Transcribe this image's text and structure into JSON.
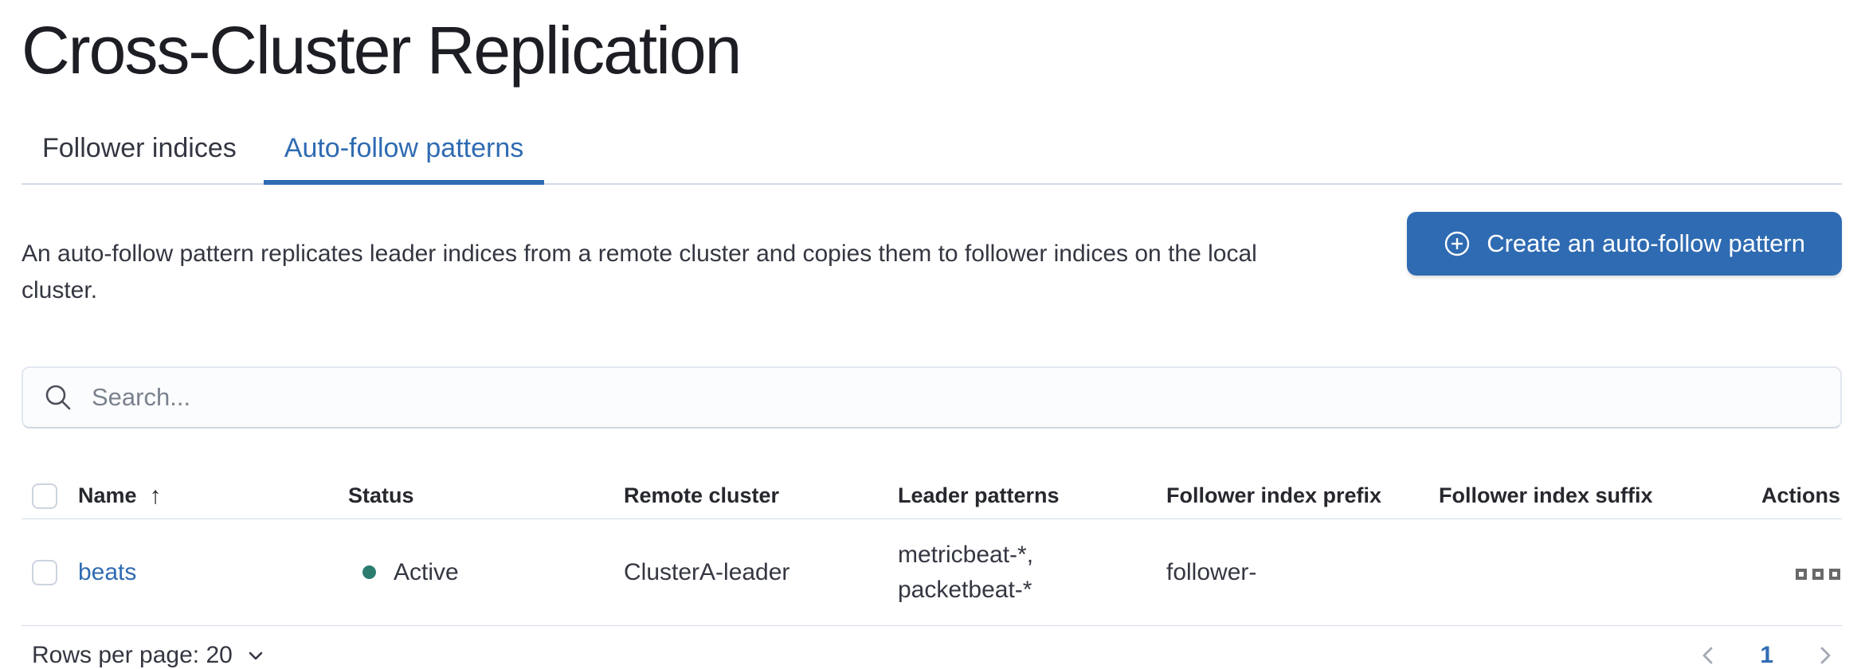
{
  "page": {
    "title": "Cross-Cluster Replication"
  },
  "tabs": [
    {
      "label": "Follower indices",
      "active": false
    },
    {
      "label": "Auto-follow patterns",
      "active": true
    }
  ],
  "intro": {
    "description": "An auto-follow pattern replicates leader indices from a remote cluster and copies them to follower indices on the local cluster.",
    "create_button_label": "Create an auto-follow pattern"
  },
  "search": {
    "placeholder": "Search...",
    "value": ""
  },
  "table": {
    "columns": [
      "Name",
      "Status",
      "Remote cluster",
      "Leader patterns",
      "Follower index prefix",
      "Follower index suffix",
      "Actions"
    ],
    "sort": {
      "column": "Name",
      "direction": "ascending",
      "indicator": "↑"
    },
    "rows": [
      {
        "name": "beats",
        "status": "Active",
        "remote_cluster": "ClusterA-leader",
        "leader_patterns": "metricbeat-*, packetbeat-*",
        "follower_index_prefix": "follower-",
        "follower_index_suffix": ""
      }
    ]
  },
  "footer": {
    "rows_per_page_label": "Rows per page: 20",
    "pagination": {
      "current_page": "1"
    }
  },
  "icons": {
    "create_button": "plus-in-circle-icon",
    "search": "magnifier-icon",
    "sort": "arrow-up-icon",
    "actions": "boxes-horizontal-icon",
    "rows_per_page": "chevron-down-icon",
    "previous_page": "chevron-left-icon",
    "next_page": "chevron-right-icon"
  },
  "colors": {
    "accent_blue": "#2f6bb2",
    "status_active_dot": "#2b7c6f",
    "divider": "#d3dae6",
    "text": "#343741"
  }
}
